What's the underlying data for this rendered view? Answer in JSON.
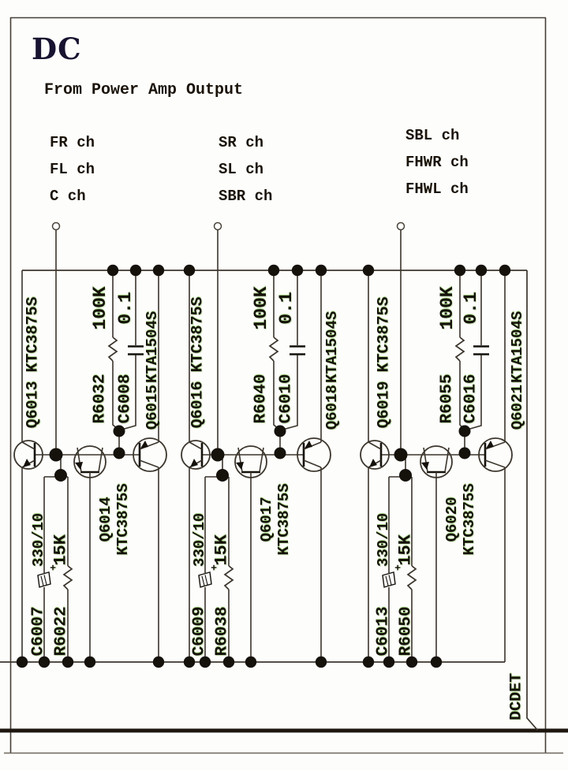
{
  "page": {
    "title": "DC",
    "subtitle": "From Power Amp Output",
    "net_label": "DCDET",
    "polarity_mark": "+"
  },
  "channel_columns": [
    {
      "labels": [
        "FR ch",
        "FL ch",
        "C ch"
      ]
    },
    {
      "labels": [
        "SR ch",
        "SL ch",
        "SBR ch"
      ]
    },
    {
      "labels": [
        "SBL ch",
        "FHWR ch",
        "FHWL ch"
      ]
    }
  ],
  "groups": [
    {
      "input_transistor": {
        "ref": "Q6013",
        "part": "KTC3875S"
      },
      "second_transistor": {
        "ref": "Q6014",
        "part": "KTC3875S"
      },
      "pnp_transistor": {
        "ref": "Q6015",
        "part": "KTA1504S"
      },
      "pullup_resistor": {
        "ref": "R6032",
        "value": "100K"
      },
      "filter_cap": {
        "ref": "C6008",
        "value": "0.1"
      },
      "electrolytic_cap": {
        "ref": "C6007",
        "value": "330/10"
      },
      "base_resistor": {
        "ref": "R6022",
        "value": "15K"
      }
    },
    {
      "input_transistor": {
        "ref": "Q6016",
        "part": "KTC3875S"
      },
      "second_transistor": {
        "ref": "Q6017",
        "part": "KTC3875S"
      },
      "pnp_transistor": {
        "ref": "Q6018",
        "part": "KTA1504S"
      },
      "pullup_resistor": {
        "ref": "R6040",
        "value": "100K"
      },
      "filter_cap": {
        "ref": "C6010",
        "value": "0.1"
      },
      "electrolytic_cap": {
        "ref": "C6009",
        "value": "330/10"
      },
      "base_resistor": {
        "ref": "R6038",
        "value": "15K"
      }
    },
    {
      "input_transistor": {
        "ref": "Q6019",
        "part": "KTC3875S"
      },
      "second_transistor": {
        "ref": "Q6020",
        "part": "KTC3875S"
      },
      "pnp_transistor": {
        "ref": "Q6021",
        "part": "KTA1504S"
      },
      "pullup_resistor": {
        "ref": "R6055",
        "value": "100K"
      },
      "filter_cap": {
        "ref": "C6016",
        "value": "0.1"
      },
      "electrolytic_cap": {
        "ref": "C6013",
        "value": "330/10"
      },
      "base_resistor": {
        "ref": "R6050",
        "value": "15K"
      }
    }
  ]
}
